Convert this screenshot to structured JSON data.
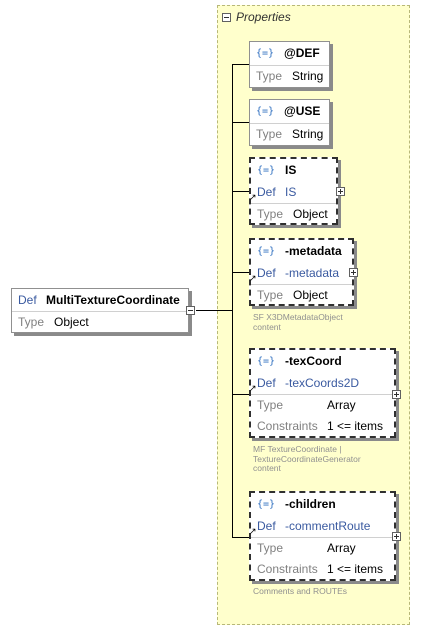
{
  "root": {
    "def_label": "Def",
    "name": "MultiTextureCoordinate",
    "type_label": "Type",
    "type_value": "Object"
  },
  "group": {
    "label": "Properties"
  },
  "icon": "attribute-badge-icon",
  "properties": [
    {
      "badge": "{=}",
      "name": "@DEF",
      "type_label": "Type",
      "type_value": "String"
    },
    {
      "badge": "{=}",
      "name": "@USE",
      "type_label": "Type",
      "type_value": "String"
    },
    {
      "badge": "{=}",
      "name": "IS",
      "def_label": "Def",
      "def_value": "IS",
      "type_label": "Type",
      "type_value": "Object"
    },
    {
      "badge": "{=}",
      "name": "-metadata",
      "def_label": "Def",
      "def_value": "-metadata",
      "type_label": "Type",
      "type_value": "Object",
      "note": [
        "SF X3DMetadataObject",
        "content"
      ]
    },
    {
      "badge": "{=}",
      "name": "-texCoord",
      "def_label": "Def",
      "def_value": "-texCoords2D",
      "type_label": "Type",
      "type_value": "Array",
      "constraints_label": "Constraints",
      "constraints_value": "1 <= items",
      "note": [
        "MF TextureCoordinate |",
        "TextureCoordinateGenerator",
        "content"
      ]
    },
    {
      "badge": "{=}",
      "name": "-children",
      "def_label": "Def",
      "def_value": "-commentRoute",
      "type_label": "Type",
      "type_value": "Array",
      "constraints_label": "Constraints",
      "constraints_value": "1 <= items",
      "note": [
        "Comments and ROUTEs"
      ]
    }
  ]
}
